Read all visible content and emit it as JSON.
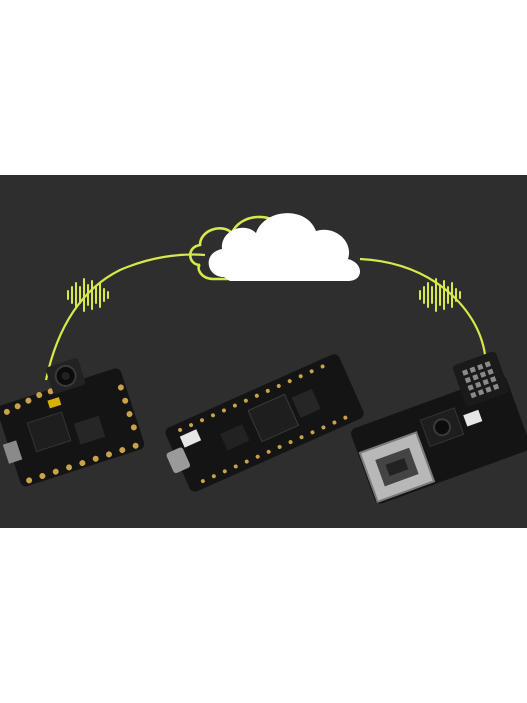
{
  "colors": {
    "background": "#ffffff",
    "panel": "#2e2e2e",
    "accent": "#d7e84a",
    "cloud": "#ffffff",
    "pcb": "#141414",
    "gold": "#c9a24a",
    "chip": "#1e1e1e"
  },
  "icons": {
    "cloud": "cloud-icon",
    "signal_left": "sound-wave-icon",
    "signal_right": "sound-wave-icon"
  },
  "devices": [
    "camera-board",
    "long-dev-board",
    "ethernet-board"
  ]
}
